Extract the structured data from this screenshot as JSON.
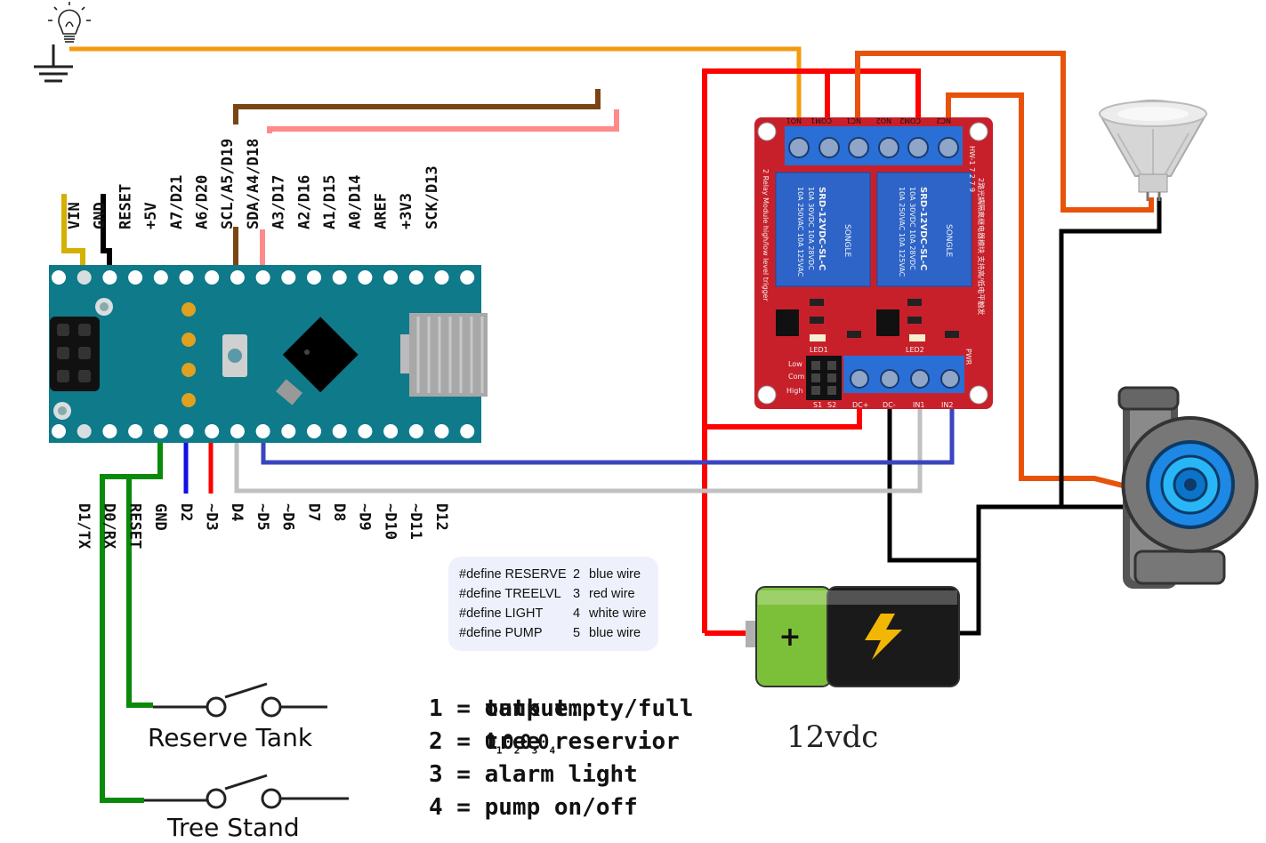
{
  "nano": {
    "top_pins": [
      "VIN",
      "GND",
      "RESET",
      "+5V",
      "A7/D21",
      "A6/D20",
      "SCL/A5/D19",
      "SDA/A4/D18",
      "A3/D17",
      "A2/D16",
      "A1/D15",
      "A0/D14",
      "AREF",
      "+3V3",
      "SCK/D13"
    ],
    "bottom_pins": [
      "D1/TX",
      "D0/RX",
      "RESET",
      "GND",
      "D2",
      "~D3",
      "D4",
      "~D5",
      "~D6",
      "D7",
      "D8",
      "~D9",
      "~D10",
      "~D11",
      "D12"
    ]
  },
  "relay": {
    "relay1_text": [
      "10A 250VAC 10A 125VAC",
      "10A 30VDC 10A 28VDC",
      "SRD-12VDC-SL-C"
    ],
    "relay2_text": [
      "10A 250VAC 10A 125VAC",
      "10A 30VDC 10A 28VDC",
      "SRD-12VDC-SL-C"
    ],
    "brand": "SONGLE",
    "side_left": "2 Relay Module high/low level trigger",
    "side_right": "2路光耦隔离继电器模块 支持高/低电平触发",
    "model": "HW-1 7 2 7 9",
    "terminals_top": [
      "NO1",
      "COM1",
      "NC1",
      "NO2",
      "COM2",
      "NC2"
    ],
    "labels": [
      "LED1",
      "LED2",
      "Low",
      "Com",
      "High",
      "S1",
      "S2",
      "DC+",
      "DC-",
      "IN1",
      "IN2",
      "PWR"
    ]
  },
  "defines": [
    {
      "name": "#define RESERVE",
      "pin": "2",
      "note": "blue wire"
    },
    {
      "name": "#define TREELVL",
      "pin": "3",
      "note": "red wire"
    },
    {
      "name": "#define LIGHT",
      "pin": "4",
      "note": "white wire"
    },
    {
      "name": "#define PUMP",
      "pin": "5",
      "note": "blue wire"
    }
  ],
  "legend": {
    "output_label": "output:",
    "output_digits": "0000",
    "output_subs": [
      "1",
      "2",
      "3",
      "4"
    ],
    "items": [
      "1 = tank empty/full",
      "2 = tree reservior",
      "3 = alarm light",
      "4 = pump on/off"
    ]
  },
  "switches": {
    "reserve": "Reserve Tank",
    "tree": "Tree Stand"
  },
  "battery": {
    "label": "12vdc",
    "symbol": "+"
  },
  "colors": {
    "board": "#0e7a8a",
    "relay_board": "#c8202a",
    "relay_blue": "#2a6fd6",
    "wire_orange": "#f39a0e",
    "wire_red": "#ff0000",
    "wire_brown": "#7a4512",
    "wire_pink": "#ff8a8a",
    "wire_green": "#0a8a0a",
    "wire_blue": "#1010e6",
    "wire_indigo": "#3b45c0",
    "wire_grey": "#c0c0c0",
    "wire_black": "#000000",
    "wire_darkorange": "#e8530c",
    "wire_yellow": "#d4b000"
  }
}
